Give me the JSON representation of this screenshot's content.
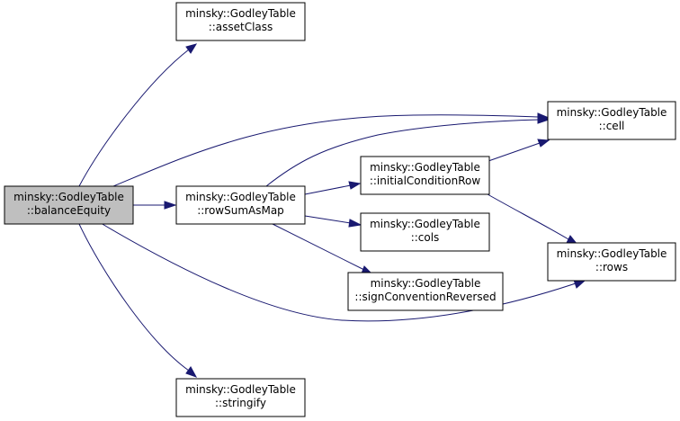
{
  "nodes": {
    "balanceEquity": {
      "line1": "minsky::GodleyTable",
      "line2": "::balanceEquity"
    },
    "assetClass": {
      "line1": "minsky::GodleyTable",
      "line2": "::assetClass"
    },
    "rowSumAsMap": {
      "line1": "minsky::GodleyTable",
      "line2": "::rowSumAsMap"
    },
    "stringify": {
      "line1": "minsky::GodleyTable",
      "line2": "::stringify"
    },
    "initialConditionRow": {
      "line1": "minsky::GodleyTable",
      "line2": "::initialConditionRow"
    },
    "cols": {
      "line1": "minsky::GodleyTable",
      "line2": "::cols"
    },
    "signConventionReversed": {
      "line1": "minsky::GodleyTable",
      "line2": "::signConventionReversed"
    },
    "cell": {
      "line1": "minsky::GodleyTable",
      "line2": "::cell"
    },
    "rows": {
      "line1": "minsky::GodleyTable",
      "line2": "::rows"
    }
  },
  "colors": {
    "edge": "#191970",
    "root_fill": "#bfbfbf",
    "node_fill": "#ffffff"
  }
}
